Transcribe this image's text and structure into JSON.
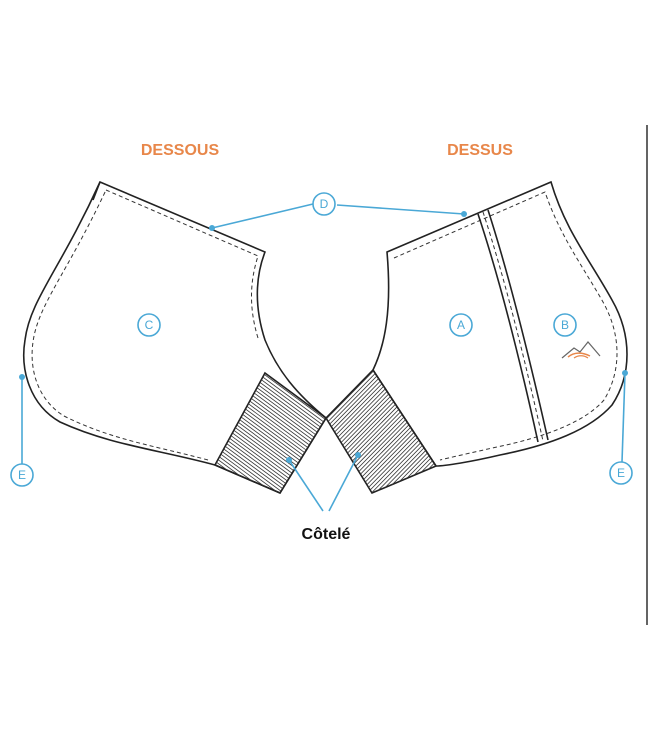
{
  "titles": {
    "underside": "DESSOUS",
    "topside": "DESSUS"
  },
  "callouts": {
    "a": "A",
    "b": "B",
    "c": "C",
    "d": "D",
    "e_left": "E",
    "e_right": "E"
  },
  "caption": "Côtelé",
  "colors": {
    "title": "#e8874a",
    "callout": "#4aa8d6",
    "outline": "#222222"
  }
}
